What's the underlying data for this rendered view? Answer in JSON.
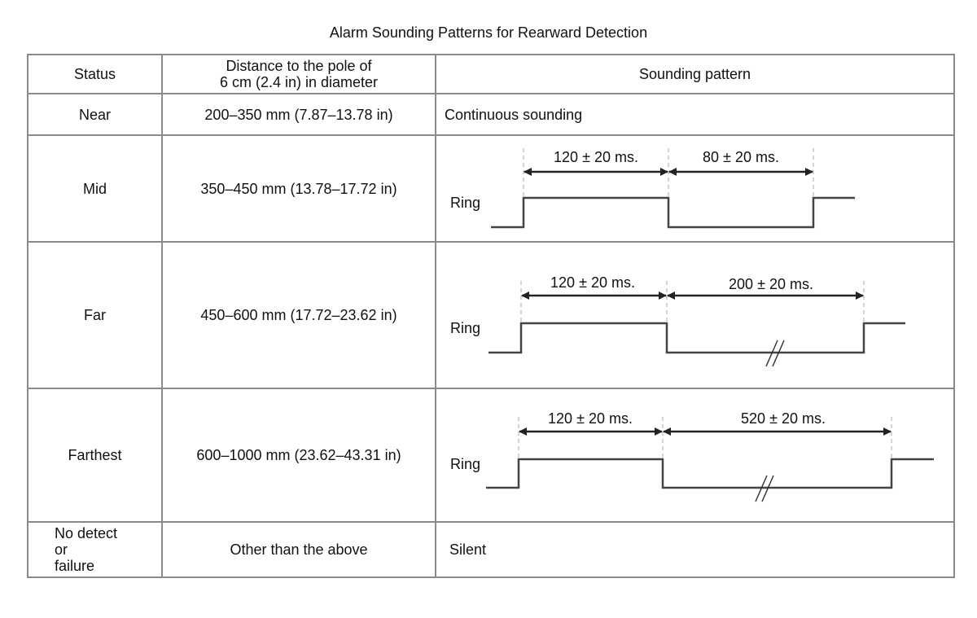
{
  "title": "Alarm Sounding Patterns for Rearward Detection",
  "headers": {
    "status": "Status",
    "distance_line1": "Distance to the pole of",
    "distance_line2": "6 cm (2.4 in) in diameter",
    "pattern": "Sounding pattern"
  },
  "rows": [
    {
      "status": "Near",
      "distance": "200–350 mm (7.87–13.78 in)",
      "pattern_text": "Continuous sounding"
    },
    {
      "status": "Mid",
      "distance": "350–450 mm (13.78–17.72 in)",
      "ring": "Ring",
      "on_label": "120 ± 20 ms.",
      "off_label": "80 ± 20 ms."
    },
    {
      "status": "Far",
      "distance": "450–600 mm (17.72–23.62 in)",
      "ring": "Ring",
      "on_label": "120 ± 20 ms.",
      "off_label": "200 ± 20 ms."
    },
    {
      "status": "Farthest",
      "distance": "600–1000 mm (23.62–43.31 in)",
      "ring": "Ring",
      "on_label": "120 ± 20 ms.",
      "off_label": "520 ± 20 ms."
    },
    {
      "status_lines": [
        "No detect",
        "or",
        "failure"
      ],
      "distance": "Other than the above",
      "pattern_text": "Silent"
    }
  ]
}
